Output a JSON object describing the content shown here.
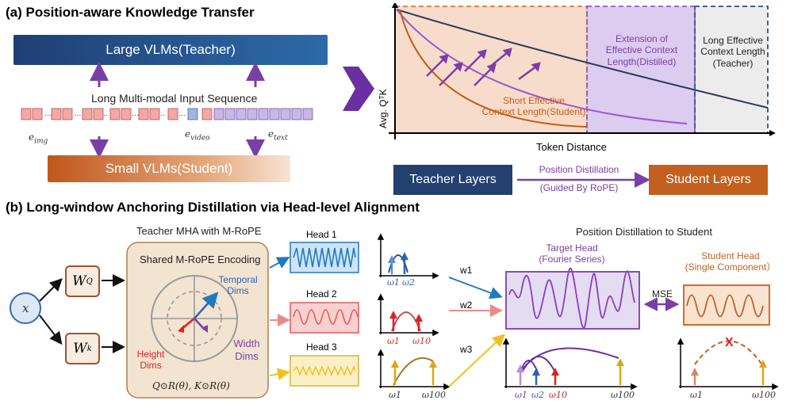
{
  "part_a": {
    "title": "(a) Position-aware Knowledge Transfer",
    "teacher_label": "Large VLMs(Teacher)",
    "student_label": "Small VLMs(Student)",
    "sequence_label": "Long Multi-modal Input Sequence",
    "tokens": {
      "img": "e",
      "img_sub": "img",
      "video": "e",
      "video_sub": "video",
      "text": "e",
      "text_sub": "text"
    },
    "chart": {
      "ylabel": "Avg. QᵀK",
      "xlabel": "Token Distance",
      "region_student": "Short Effective\nContext Length(Student)",
      "region_distilled": "Extension of\nEffective Context\nLength(Distilled)",
      "region_teacher": "Long Effective\nContext Length\n(Teacher)"
    },
    "teacher_layers": "Teacher Layers",
    "student_layers": "Student Layers",
    "distill_label_1": "Position Distillation",
    "distill_label_2": "(Guided By RoPE)"
  },
  "part_b": {
    "title": "(b) Long-window Anchoring Distillation via Head-level Alignment",
    "input": "x",
    "wq": "W",
    "wq_sub": "Q",
    "wk": "W",
    "wk_sub": "k",
    "mha_title": "Teacher MHA with M-RoPE",
    "shared_title": "Shared M-RoPE Encoding",
    "temporal": "Temporal\nDims",
    "width": "Width\nDims",
    "height": "Height\nDims",
    "formula": "Q⊙R(θ), K⊙R(θ)",
    "heads": [
      {
        "name": "Head 1",
        "weight": "w1",
        "freq": [
          "ω1",
          "ω2"
        ]
      },
      {
        "name": "Head 2",
        "weight": "w2",
        "freq": [
          "ω1",
          "ω10"
        ]
      },
      {
        "name": "Head 3",
        "weight": "w3",
        "freq": [
          "ω1",
          "ω100"
        ]
      }
    ],
    "distill_title": "Position Distillation to Student",
    "target_head": "Target Head\n(Fourier Series)",
    "student_head": "Student Head\n(Single Component）",
    "mse": "MSE",
    "target_freqs": [
      "ω1",
      "ω2",
      "ω10",
      "ω100"
    ],
    "student_freqs": [
      "ω1",
      "ω100"
    ],
    "x_mark": "X"
  },
  "colors": {
    "teacher": "#23406e",
    "student": "#c4601f",
    "purple": "#7a3fa6",
    "head1": "#1f7ac2",
    "head2": "#e35c5c",
    "head3": "#d9b336"
  }
}
